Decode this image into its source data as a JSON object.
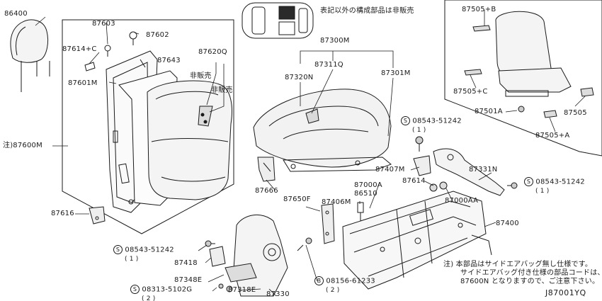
{
  "note_top": "表記以外の構成部品は非販売",
  "not_sold_1": "非販売",
  "not_sold_2": "非販売",
  "parts": {
    "p86400": "86400",
    "p87603": "87603",
    "p87602": "87602",
    "p87614c": "87614+C",
    "p87643": "87643",
    "p87620q": "87620Q",
    "p87601m": "87601M",
    "p87600m": "注)87600M",
    "p87616": "87616",
    "p87300m": "87300M",
    "p87311q": "87311Q",
    "p87320n": "87320N",
    "p87301m": "87301M",
    "p87666": "87666",
    "p87650f": "87650F",
    "p87406m": "87406M",
    "p87000a": "87000A",
    "p86510": "86510",
    "p87614": "87614",
    "p87407m": "87407M",
    "p87000aa": "87000AA",
    "p87331n": "87331N",
    "p87400": "87400",
    "p87505b": "87505+B",
    "p87505c": "87505+C",
    "p87501a": "87501A",
    "p87505": "87505",
    "p87505a": "87505+A",
    "p87418": "87418",
    "p87348e": "87348E",
    "p87318e": "87318E",
    "p87330": "87330"
  },
  "screws": {
    "s1_code": "08543-51242",
    "s1_qty": "( 1 )",
    "s2_code": "08543-51242",
    "s2_qty": "( 1 )",
    "s3_code": "08543-51242",
    "s3_qty": "( 1 )",
    "s4_code": "08313-5102G",
    "s4_qty": "( 2 )",
    "b1_code": "08156-61233",
    "b1_qty": "( 2 )"
  },
  "footnote": {
    "line1": "注) 本部品はサイドエアバッグ無し仕様です。",
    "line2": "サイドエアバッグ付き仕様の部品コードは、",
    "line3": "87600N となりますので、ご注意下さい。"
  },
  "diagram_code": "J87001YQ"
}
